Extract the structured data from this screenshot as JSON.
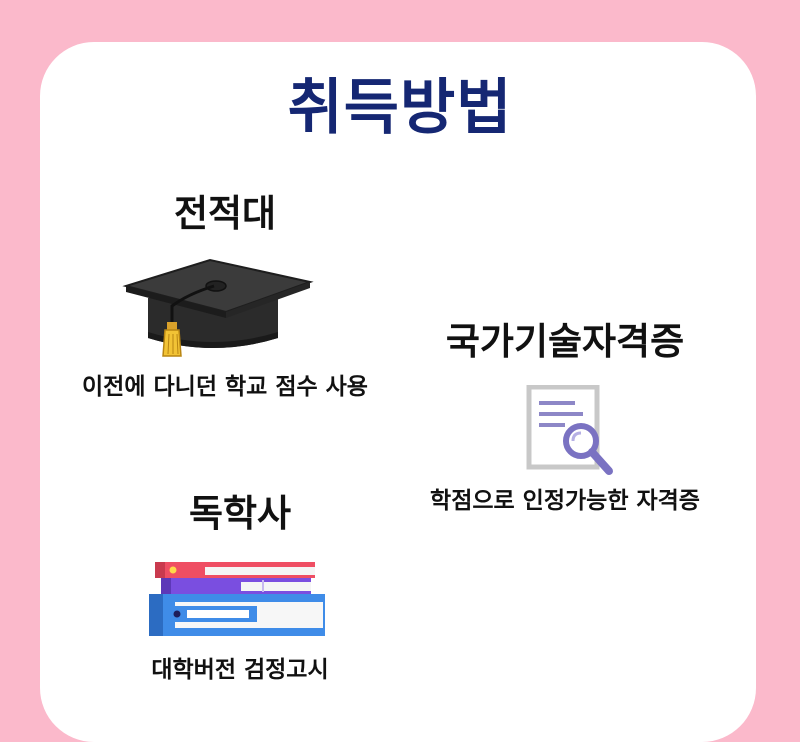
{
  "title": "취득방법",
  "methods": [
    {
      "heading": "전적대",
      "description": "이전에 다니던 학교 점수 사용",
      "icon": "graduation-cap-icon"
    },
    {
      "heading": "국가기술자격증",
      "description": "학점으로 인정가능한 자격증",
      "icon": "document-search-icon"
    },
    {
      "heading": "독학사",
      "description": "대학버전 검정고시",
      "icon": "book-stack-icon"
    }
  ],
  "colors": {
    "background": "#fbb9cb",
    "card": "#ffffff",
    "title": "#152773"
  }
}
